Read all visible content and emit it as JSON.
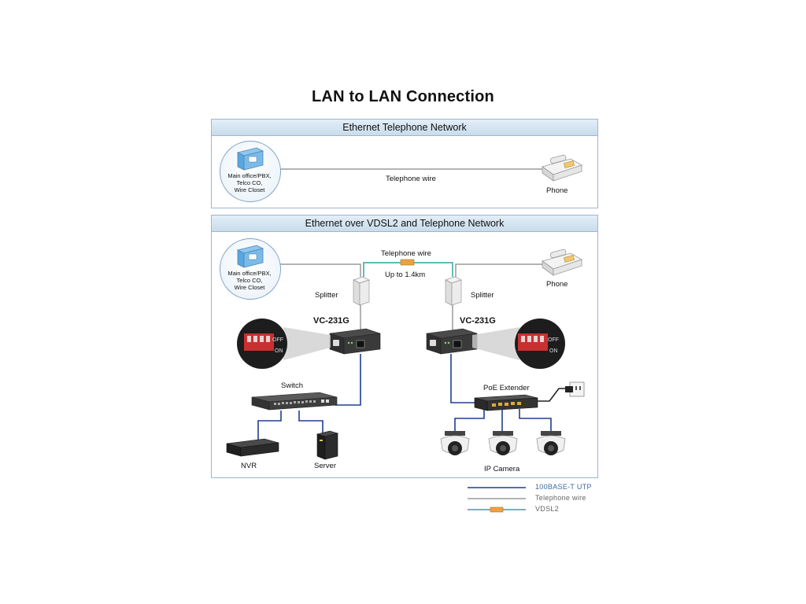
{
  "title": "LAN to LAN Connection",
  "panel_top": {
    "heading": "Ethernet Telephone Network",
    "office_label": "Main office/PBX,\nTelco CO,\nWire Closet",
    "wire_label": "Telephone wire",
    "phone_label": "Phone"
  },
  "panel_bottom": {
    "heading": "Ethernet over VDSL2 and Telephone Network",
    "office_label": "Main office/PBX,\nTelco CO,\nWire Closet",
    "wire_label": "Telephone wire",
    "distance_label": "Up to 1.4km",
    "splitter_left": "Splitter",
    "splitter_right": "Splitter",
    "device_left": "VC-231G",
    "device_right": "VC-231G",
    "phone_label": "Phone",
    "switch_label": "Switch",
    "poe_label": "PoE Extender",
    "nvr_label": "NVR",
    "server_label": "Server",
    "camera_label": "IP Camera",
    "dip_off": "OFF",
    "dip_on": "ON"
  },
  "legend": [
    {
      "label": "100BASE-T UTP",
      "color": "#1e3f8f"
    },
    {
      "label": "Telephone wire",
      "color": "#9a9a9a"
    },
    {
      "label": "VDSL2",
      "color": "#2aa6a6"
    }
  ],
  "colors": {
    "utp": "#1e3f8f",
    "telephone": "#9a9a9a",
    "vdsl": "#2aa6a6",
    "panel_border": "#9db6cf"
  }
}
